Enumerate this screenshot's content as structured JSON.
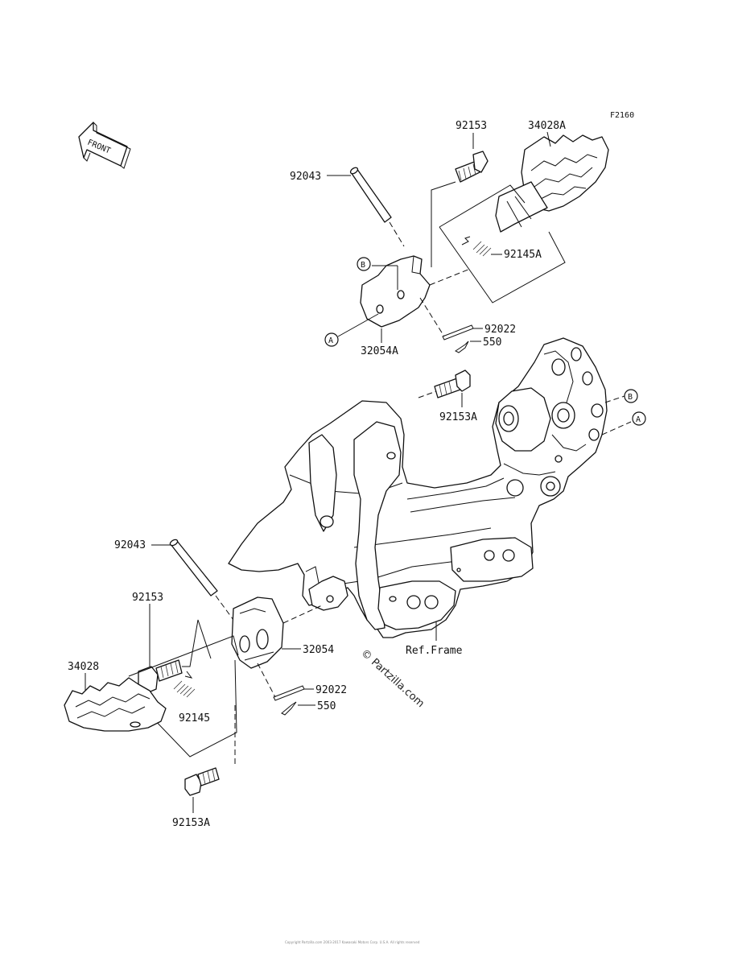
{
  "figure_code": "F2160",
  "front_label": "FRONT",
  "watermark": "© Partzilla.com",
  "ref_frame_label": "Ref.Frame",
  "callouts": {
    "p92153_top": "92153",
    "p34028A": "34028A",
    "p92043_top": "92043",
    "p92145A": "92145A",
    "p32054A": "32054A",
    "p92022_top": "92022",
    "p550_top": "550",
    "p92153A_mid": "92153A",
    "p92043_bot": "92043",
    "p92153_bot": "92153",
    "p32054": "32054",
    "p34028": "34028",
    "p92145": "92145",
    "p92022_bot": "92022",
    "p550_bot": "550",
    "p92153A_bot": "92153A"
  },
  "ref_markers": {
    "a_left": "A",
    "b_left": "B",
    "a_right": "A",
    "b_right": "B"
  },
  "footer_text": "Copyright Partzilla.com 2003-2017 Kawasaki Motors Corp. U.S.A. All rights reserved"
}
